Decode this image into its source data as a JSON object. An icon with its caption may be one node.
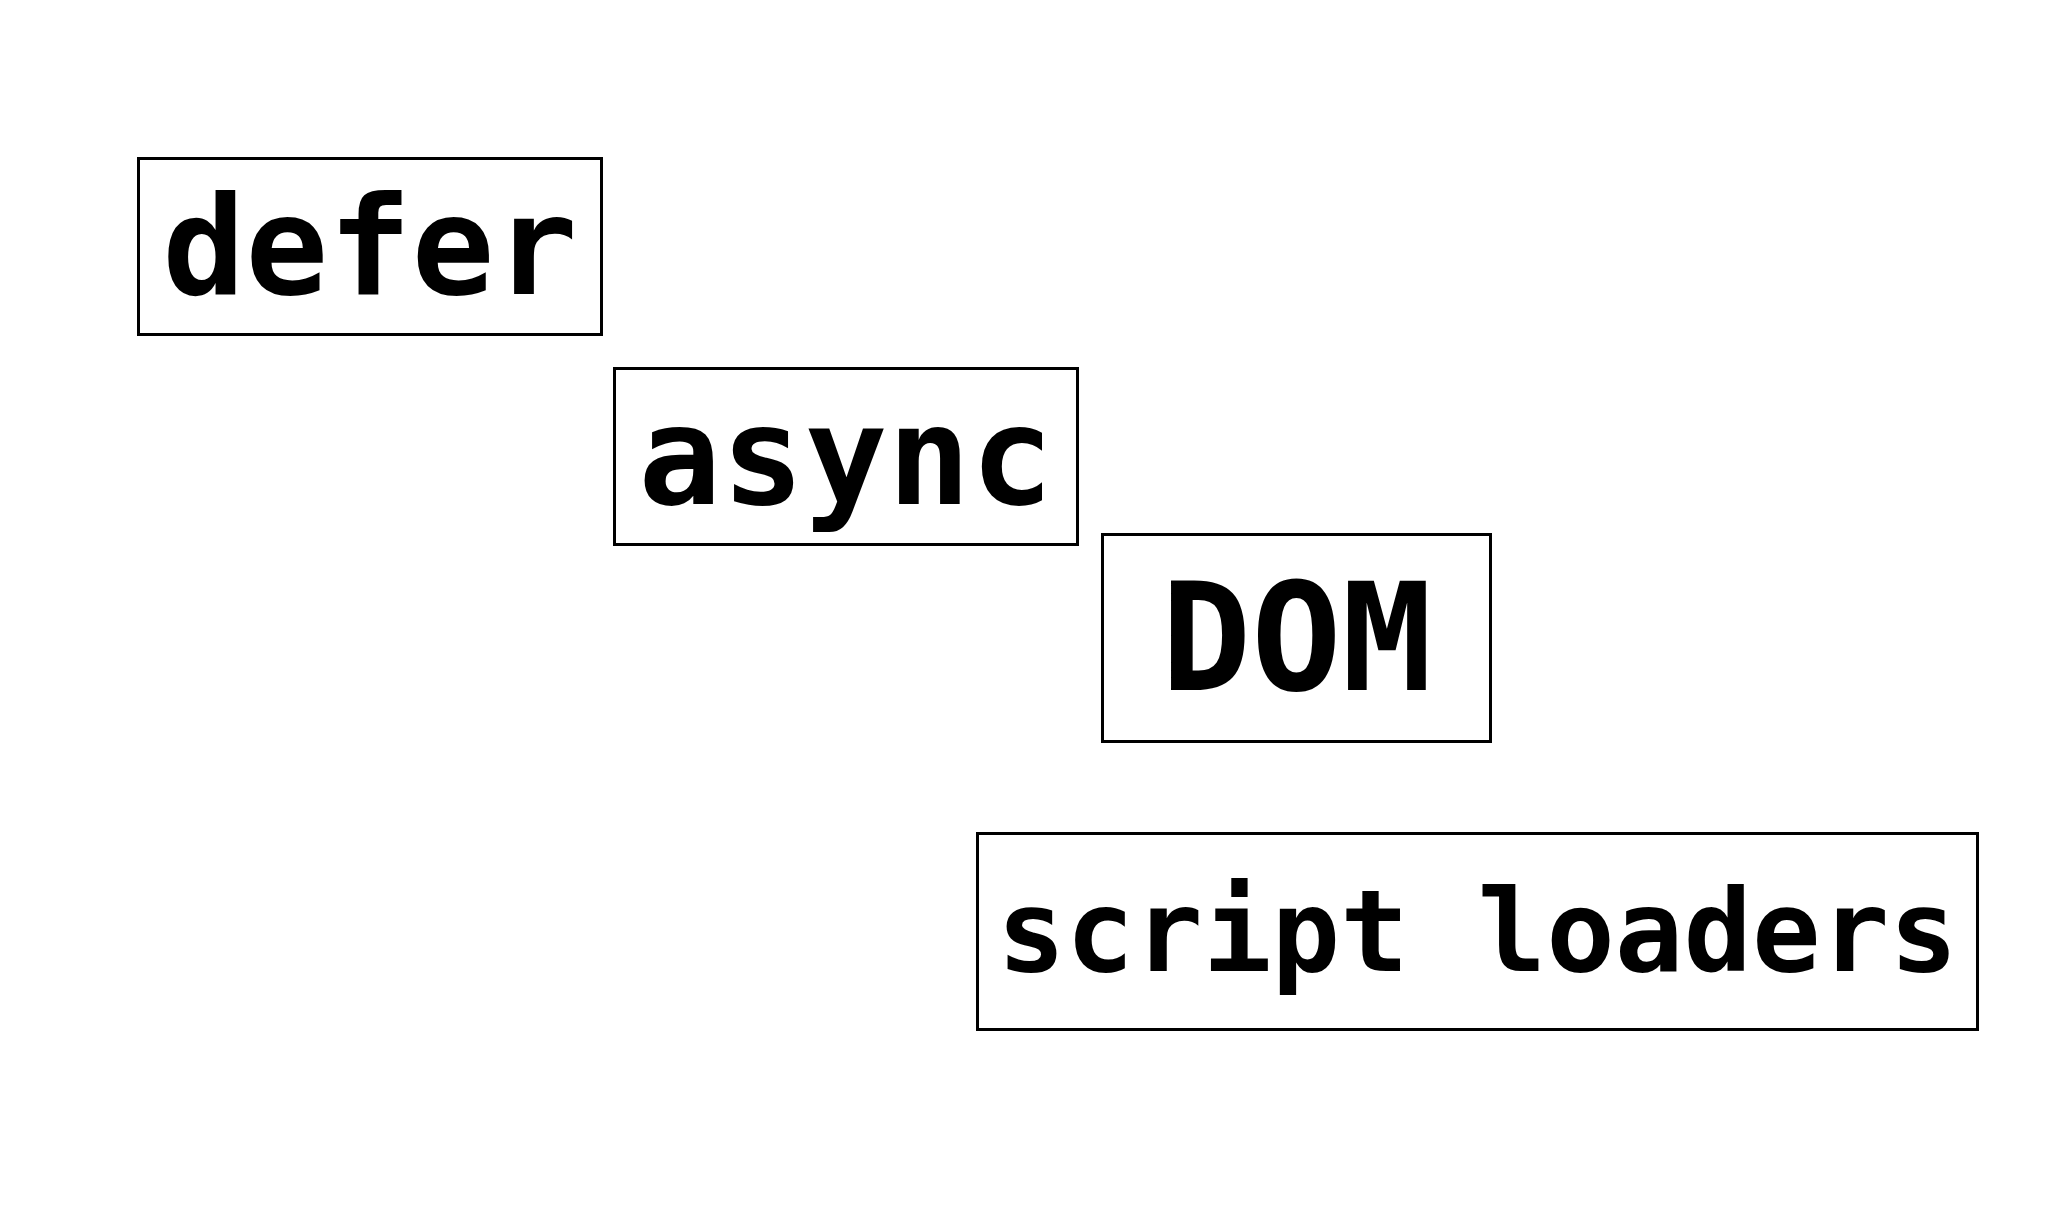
{
  "diagram": {
    "nodes": [
      {
        "text": [
          "defer"
        ]
      },
      {
        "text": [
          "async"
        ]
      },
      {
        "text": [
          "DOM"
        ]
      },
      {
        "text": [
          "script loaders"
        ]
      }
    ]
  }
}
